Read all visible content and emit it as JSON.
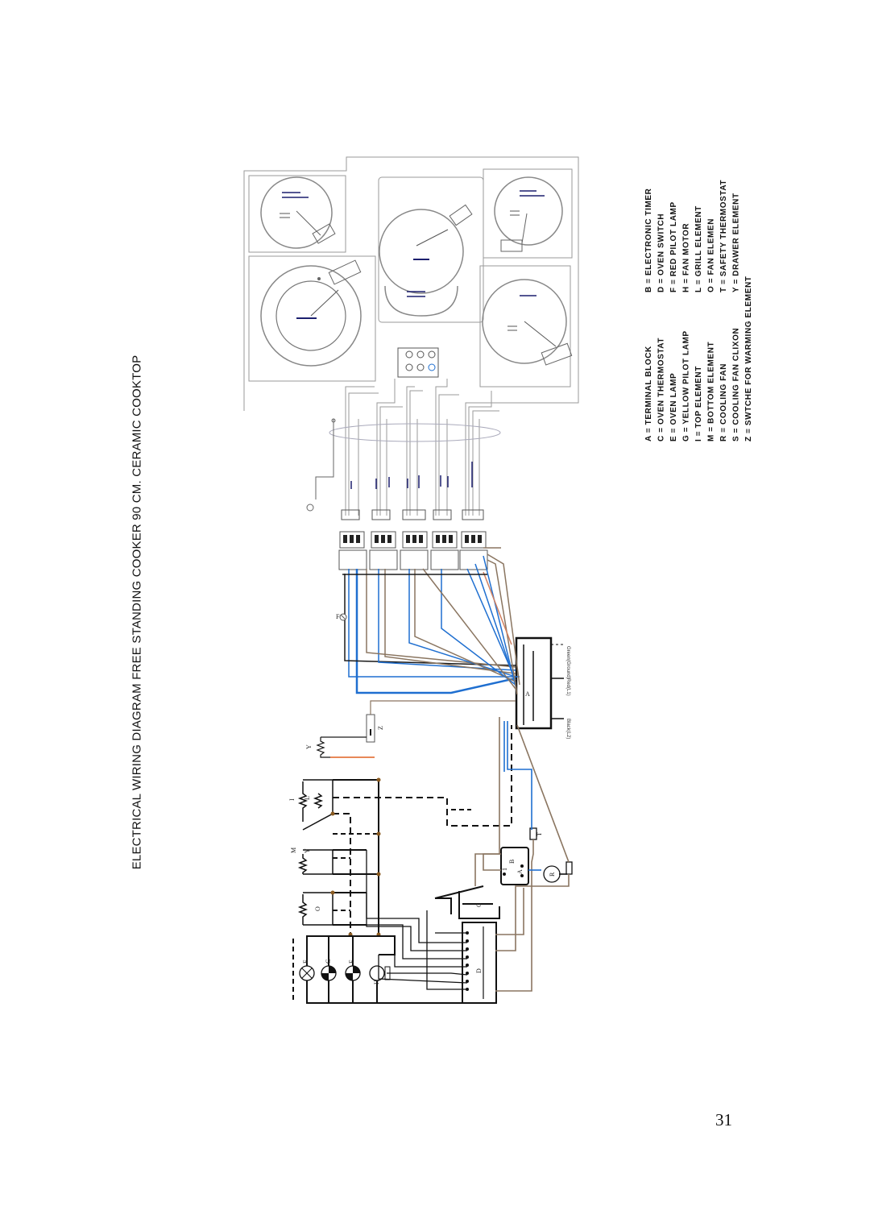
{
  "title": "ELECTRICAL WIRING DIAGRAM FREE STANDING COOKER 90 CM. CERAMIC COOKTOP",
  "page_number": "31",
  "wire_labels": {
    "ground": "Green(Ground)",
    "l1": "Red(L1)",
    "l2": "Black(L2)"
  },
  "component_letters": {
    "A": "A",
    "B": "B",
    "C": "C",
    "D": "D",
    "E": "E",
    "F_lamp": "F",
    "F_switch": "F",
    "G": "G",
    "H": "H",
    "I": "I",
    "L": "L",
    "M": "M",
    "O": "O",
    "R": "R",
    "T": "T",
    "Y1": "Y",
    "Y2": "Y",
    "Z": "Z",
    "A_timer": "A",
    "one": "1"
  },
  "legend": {
    "col1": [
      "A = TERMINAL BLOCK",
      "C = OVEN THERMOSTAT",
      "E = OVEN LAMP",
      "G = YELLOW PILOT LAMP",
      "I = TOP ELEMENT",
      "M = BOTTOM ELEMENT",
      "R = COOLING FAN",
      "S = COOLING FAN CLIXON",
      "Z = SWTCHE FOR WARMING ELEMENT"
    ],
    "col2": [
      "B = ELECTRONIC TIMER",
      "D = OVEN SWITCH",
      "F = RED PILOT LAMP",
      "H = FAN MOTOR",
      "L = GRILL ELEMENT",
      "O = FAN ELEMEN",
      "T = SAFETY THERMOSTAT",
      "Y = DRAWER ELEMENT"
    ]
  },
  "colors": {
    "wire_black": "#1a1a1a",
    "wire_blue": "#1f6fd0",
    "wire_brown": "#8a7560",
    "wire_grey": "#9a9a9a",
    "wire_orange": "#e06020",
    "element_line": "#1c1f6e"
  }
}
